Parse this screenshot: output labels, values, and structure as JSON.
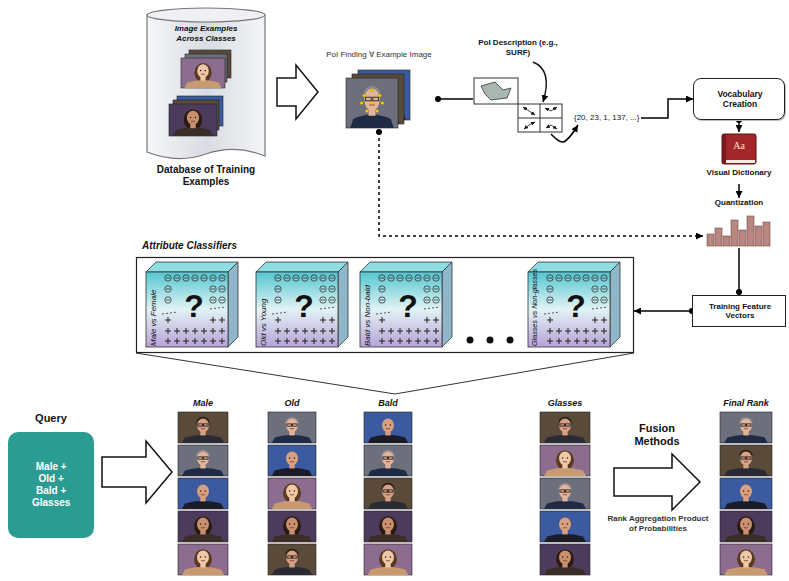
{
  "diagram": {
    "nodes": [
      {
        "text": [
          "Image Examples Across Classes",
          "Database of Training Examples"
        ]
      },
      {
        "text": [
          "PoI Finding ∀ Example Image"
        ]
      },
      {
        "text": [
          "PoI Description (e.g., SURF)"
        ]
      },
      {
        "text": [
          "{20, 23, 1, 137, ...}"
        ]
      },
      {
        "text": [
          "Vocabulary Creation"
        ]
      },
      {
        "text": [
          "Aa",
          "Visual Dictionary"
        ]
      },
      {
        "text": [
          "Quantization"
        ]
      },
      {
        "text": [
          "Training Feature Vectors"
        ]
      },
      {
        "text": [
          "Attribute Classifiers"
        ]
      },
      {
        "text": [
          "Male vs Female",
          "?"
        ],
        "in": 8
      },
      {
        "text": [
          "Old vs Young",
          "?"
        ],
        "in": 8
      },
      {
        "text": [
          "Bald vs Non-bald",
          "?"
        ],
        "in": 8
      },
      {
        "text": [
          "Glasses vs Non-glasses",
          "?"
        ],
        "in": 8
      },
      {
        "text": [
          "Query",
          "Male + Old + Bald + Glasses"
        ]
      },
      {
        "text": [
          "Male"
        ]
      },
      {
        "text": [
          "Old"
        ]
      },
      {
        "text": [
          "Bald"
        ]
      },
      {
        "text": [
          "Glasses"
        ]
      },
      {
        "text": [
          "Final Rank"
        ]
      }
    ],
    "edges": [
      {
        "from": 0,
        "to": 1,
        "arrow": "to"
      },
      {
        "from": 1,
        "to": 2,
        "arrow": "none"
      },
      {
        "from": 2,
        "to": 3,
        "arrow": "to"
      },
      {
        "from": 3,
        "to": 4,
        "arrow": "to"
      },
      {
        "from": 4,
        "to": 5,
        "arrow": "to"
      },
      {
        "from": 5,
        "to": 6,
        "arrow": "to"
      },
      {
        "from": 1,
        "to": 6,
        "arrow": "to"
      },
      {
        "from": 6,
        "to": 7,
        "arrow": "none"
      },
      {
        "from": 7,
        "to": 8,
        "arrow": "to"
      },
      {
        "from": 13,
        "to": 14,
        "arrow": "to"
      },
      {
        "from": 17,
        "to": 18,
        "label": "Fusion Methods",
        "arrow": "to"
      }
    ],
    "labels": [
      "Rank Aggregation Product of Probabilities"
    ]
  }
}
